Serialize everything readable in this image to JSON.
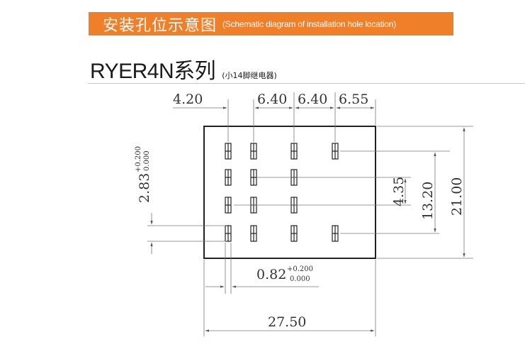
{
  "header": {
    "title": "安装孔位示意图",
    "subtitle": "(Schematic diagram of installation hole location)",
    "color": "#f07f2a"
  },
  "series": {
    "name": "RYER4N系列",
    "note": "(小14脚继电器)"
  },
  "dimensions": {
    "pitch_a": "4.20",
    "pitch_b": "6.40",
    "pitch_c": "6.40",
    "pitch_d": "6.55",
    "row_pitch": "2.83",
    "row_pitch_tol_upper": "+0.200",
    "row_pitch_tol_lower": "0.000",
    "hole_width": "0.82",
    "hole_width_tol_upper": "+0.200",
    "hole_width_tol_lower": "0.000",
    "span_small": "4.35",
    "span_medium": "13.20",
    "height": "21.00",
    "width": "27.50"
  }
}
